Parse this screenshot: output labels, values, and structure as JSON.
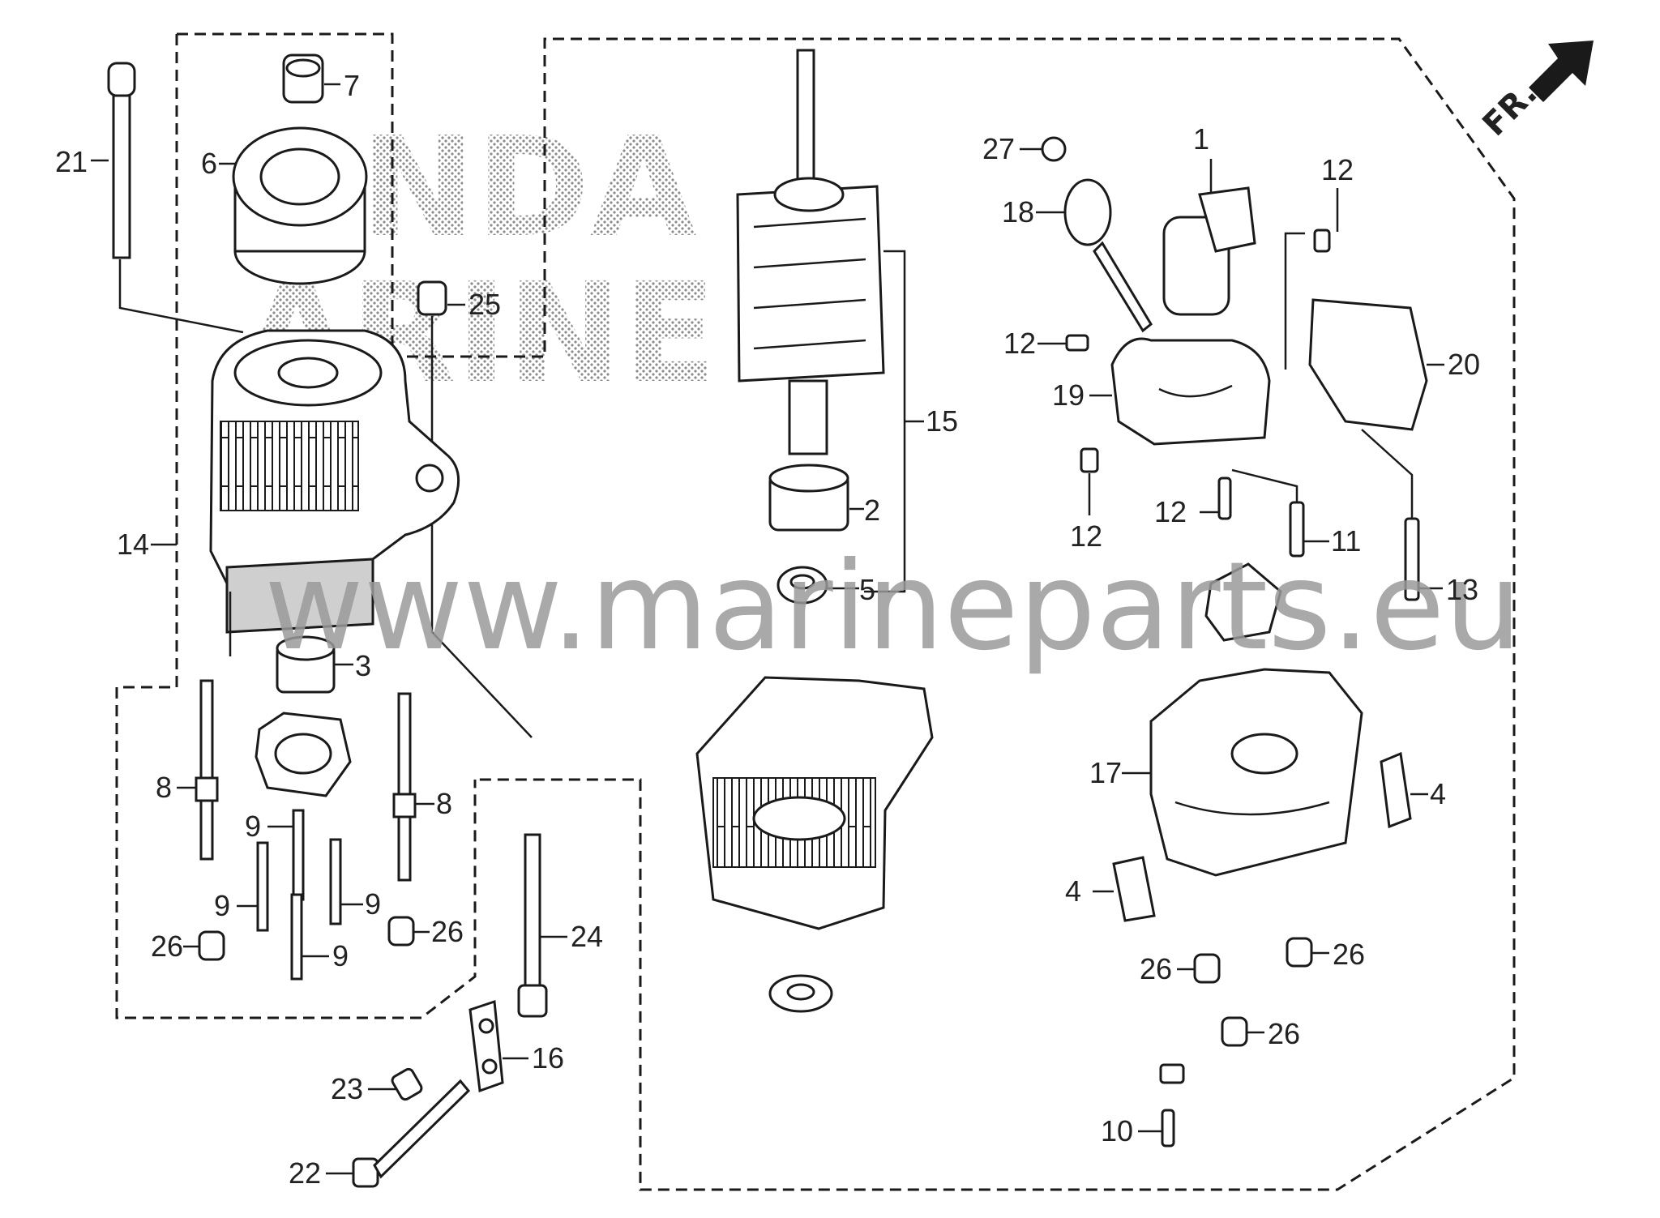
{
  "watermark": {
    "text": "www.marineparts.eu",
    "brand": "HONDA MARINE"
  },
  "direction_marker": {
    "text": "FR."
  },
  "callouts": [
    "1",
    "2",
    "3",
    "4",
    "4",
    "5",
    "6",
    "7",
    "8",
    "8",
    "9",
    "9",
    "9",
    "9",
    "10",
    "11",
    "12",
    "12",
    "12",
    "12",
    "13",
    "14",
    "15",
    "16",
    "17",
    "18",
    "19",
    "20",
    "21",
    "22",
    "23",
    "24",
    "25",
    "26",
    "26",
    "26",
    "26",
    "26",
    "27"
  ],
  "colors": {
    "line": "#1a1a1a",
    "watermark": "#9a9a9a",
    "background": "#ffffff"
  }
}
